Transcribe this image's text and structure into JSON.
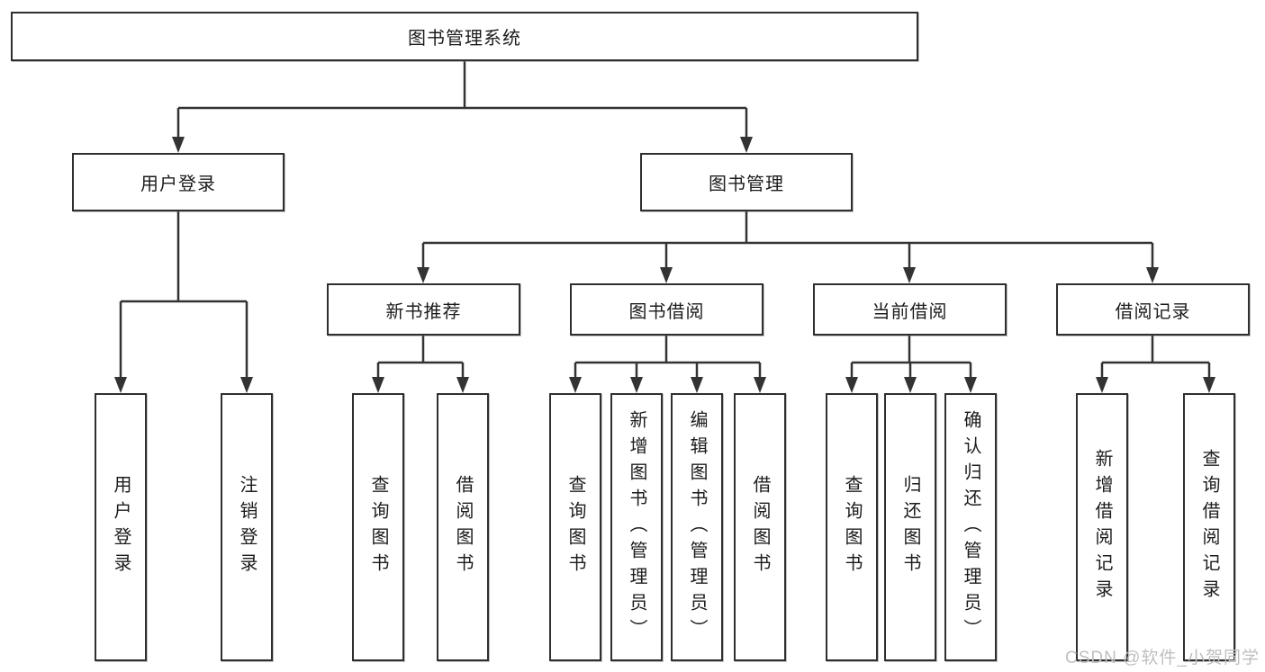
{
  "tree": {
    "root": {
      "label": "图书管理系统",
      "children": [
        {
          "label": "用户登录",
          "children": [
            {
              "label": "用户登录"
            },
            {
              "label": "注销登录"
            }
          ]
        },
        {
          "label": "图书管理",
          "children": [
            {
              "label": "新书推荐",
              "children": [
                {
                  "label": "查询图书"
                },
                {
                  "label": "借阅图书"
                }
              ]
            },
            {
              "label": "图书借阅",
              "children": [
                {
                  "label": "查询图书"
                },
                {
                  "label": "新增图书（管理员）"
                },
                {
                  "label": "编辑图书（管理员）"
                },
                {
                  "label": "借阅图书"
                }
              ]
            },
            {
              "label": "当前借阅",
              "children": [
                {
                  "label": "查询图书"
                },
                {
                  "label": "归还图书"
                },
                {
                  "label": "确认归还（管理员）"
                }
              ]
            },
            {
              "label": "借阅记录",
              "children": [
                {
                  "label": "新增借阅记录"
                },
                {
                  "label": "查询借阅记录"
                }
              ]
            }
          ]
        }
      ]
    }
  },
  "watermark": {
    "text": "CSDN @软件_小贺同学"
  },
  "colors": {
    "line": "#333333",
    "box_border": "#2f2f2f",
    "text": "#1c1c1c",
    "watermark": "#bfbfbf",
    "background": "#ffffff"
  }
}
